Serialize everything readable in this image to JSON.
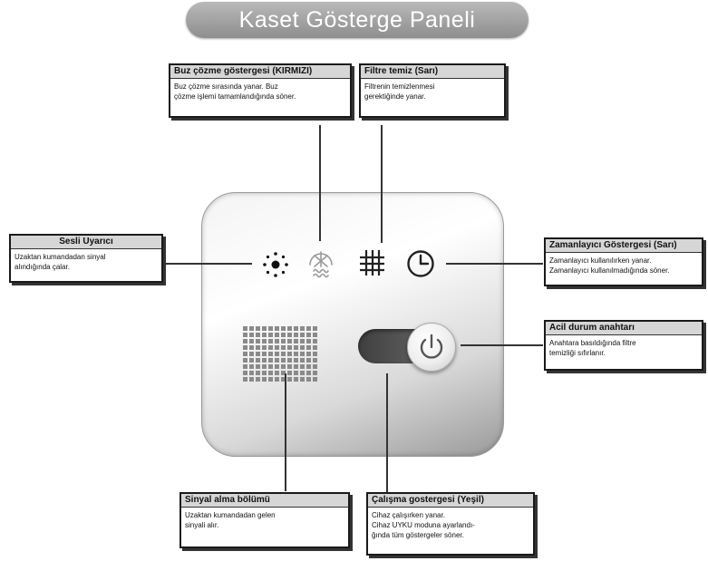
{
  "title": "Kaset Gösterge Paneli",
  "callouts": {
    "defrost": {
      "heading": "Buz çözme göstergesi (KIRMIZI)",
      "body": "Buz çözme sırasında yanar. Buz\nçözme işlemi tamamlandığında söner."
    },
    "filter": {
      "heading": "Filtre temiz (Sarı)",
      "body": "Filtrenin temizlenmesi\ngerektiğinde yanar."
    },
    "buzzer": {
      "heading": "Sesli Uyarıcı",
      "body": "Uzaktan kumandadan sinyal\nalındığında çalar."
    },
    "timer": {
      "heading": "Zamanlayıcı Göstergesi (Sarı)",
      "body": "Zamanlayıcı kullanılırken yanar.\nZamanlayıcı kullanılmadığında söner."
    },
    "emergency": {
      "heading": "Acil durum anahtarı",
      "body": "Anahtara basıldığında filtre\ntemizliği sıfırlanır."
    },
    "signal": {
      "heading": "Sinyal alma bölümü",
      "body": "Uzaktan kumandadan gelen\nsinyali alır."
    },
    "operation": {
      "heading": "Çalışma gostergesi (Yeşil)",
      "body": "Cihaz çalışırken yanar.\nCihaz UYKU moduna ayarlandı-\nğında tüm göstergeler söner."
    }
  },
  "icons": {
    "buzzer": "buzzer-icon",
    "defrost": "defrost-icon",
    "filter": "filter-grid-icon",
    "timer": "clock-icon",
    "power": "power-icon"
  },
  "colors": {
    "title_pill": "#a3a3a3",
    "callout_header": "#d6d6d6",
    "panel_edge": "#9a9a9a"
  }
}
